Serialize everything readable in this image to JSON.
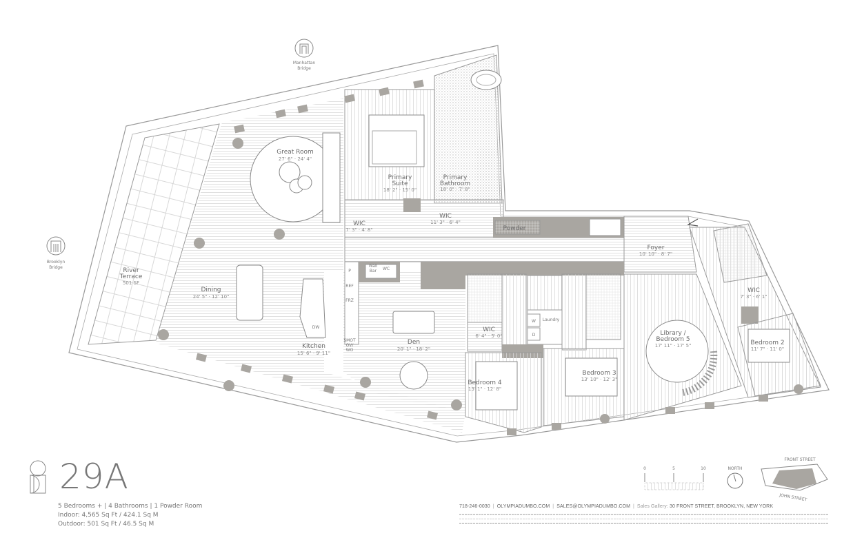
{
  "unit": {
    "name": "29A",
    "specs": {
      "rooms": "5 Bedrooms + | 4 Bathrooms | 1 Powder Room",
      "indoor": "Indoor: 4,565 Sq Ft / 424.1 Sq M",
      "outdoor": "Outdoor: 501 Sq Ft / 46.5 Sq M"
    }
  },
  "landmarks": {
    "manhattan_bridge": [
      "Manhattan",
      "Bridge"
    ],
    "brooklyn_bridge": [
      "Brooklyn",
      "Bridge"
    ]
  },
  "rooms": {
    "great_room": {
      "label": "Great Room",
      "dims": "27' 6\" · 24' 4\""
    },
    "river_terrace": {
      "label1": "River",
      "label2": "Terrace",
      "dims": "501 SF"
    },
    "dining": {
      "label": "Dining",
      "dims": "24' 5\" · 12' 10\""
    },
    "kitchen": {
      "label": "Kitchen",
      "dims": "15' 6\" · 9' 11\""
    },
    "den": {
      "label": "Den",
      "dims": "20' 1\" · 18' 2\""
    },
    "primary_suite": {
      "label1": "Primary",
      "label2": "Suite",
      "dims": "18' 2\" · 15' 0\""
    },
    "primary_bathroom": {
      "label1": "Primary",
      "label2": "Bathroom",
      "dims": "18' 0\" · 7' 8\""
    },
    "wic_primary_a": {
      "label": "WIC",
      "dims": "7' 3\" · 4' 8\""
    },
    "wic_primary_b": {
      "label": "WIC",
      "dims": "11' 3\" · 6' 4\""
    },
    "powder": {
      "label": "Powder"
    },
    "foyer": {
      "label": "Foyer",
      "dims": "10' 10\" · 8' 7\""
    },
    "wic_bed4": {
      "label": "WIC",
      "dims": "6' 4\" · 5' 0\""
    },
    "laundry": {
      "label": "Laundry",
      "w": "W",
      "d": "D"
    },
    "bedroom_4": {
      "label": "Bedroom 4",
      "dims": "13' 1\" · 12' 8\""
    },
    "bedroom_3": {
      "label": "Bedroom 3",
      "dims": "13' 10\" · 12' 3\""
    },
    "library": {
      "label1": "Library /",
      "label2": "Bedroom 5",
      "dims": "17' 11\" · 17' 5\""
    },
    "wic_bed2": {
      "label": "WIC",
      "dims": "7' 3\" · 6' 1\""
    },
    "bedroom_2": {
      "label": "Bedroom 2",
      "dims": "11' 7\" · 11' 0\""
    }
  },
  "fixtures": {
    "pantry": "P",
    "ref": "REF",
    "frz": "FRZ",
    "dw": "DW",
    "wall_bar": [
      "Wall",
      "Bar"
    ],
    "wc": "WC",
    "oven": [
      "SMOT",
      "OV/",
      "WO"
    ]
  },
  "legend": {
    "scale_ticks": [
      "0",
      "5",
      "10"
    ],
    "north_label": "NORTH",
    "key_plan_top": "FRONT STREET",
    "key_plan_bottom": "JOHN STREET"
  },
  "contact": {
    "phone": "718-246-0030",
    "website": "OLYMPIADUMBO.COM",
    "email": "SALES@OLYMPIADUMBO.COM",
    "gallery_label": "Sales Gallery:",
    "gallery_address": "30 FRONT STREET, BROOKLYN, NEW YORK"
  },
  "colors": {
    "wall": "#a9a6a1",
    "line": "#8c8c8c",
    "text": "#6e6e6e"
  }
}
